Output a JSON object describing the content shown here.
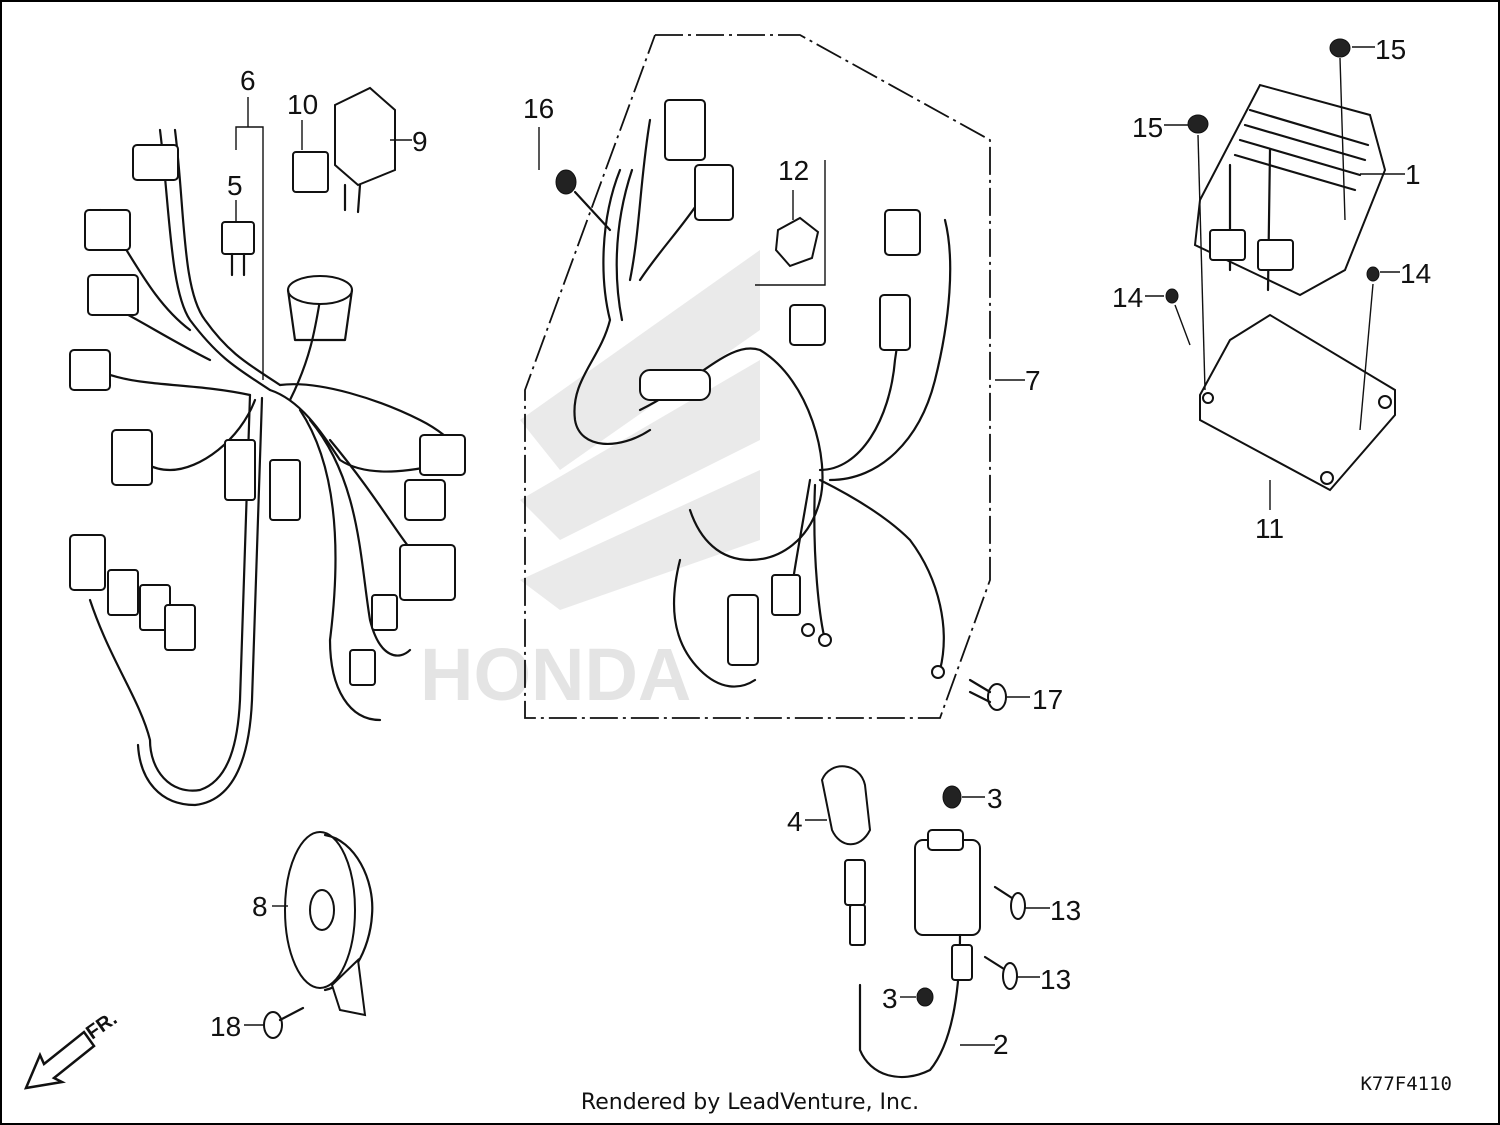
{
  "diagram": {
    "callouts": [
      {
        "id": "1",
        "text": "1"
      },
      {
        "id": "2",
        "text": "2"
      },
      {
        "id": "3a",
        "text": "3"
      },
      {
        "id": "3b",
        "text": "3"
      },
      {
        "id": "4",
        "text": "4"
      },
      {
        "id": "5",
        "text": "5"
      },
      {
        "id": "6",
        "text": "6"
      },
      {
        "id": "7",
        "text": "7"
      },
      {
        "id": "8",
        "text": "8"
      },
      {
        "id": "9",
        "text": "9"
      },
      {
        "id": "10",
        "text": "10"
      },
      {
        "id": "11",
        "text": "11"
      },
      {
        "id": "12",
        "text": "12"
      },
      {
        "id": "13a",
        "text": "13"
      },
      {
        "id": "13b",
        "text": "13"
      },
      {
        "id": "14a",
        "text": "14"
      },
      {
        "id": "14b",
        "text": "14"
      },
      {
        "id": "15a",
        "text": "15"
      },
      {
        "id": "15b",
        "text": "15"
      },
      {
        "id": "16",
        "text": "16"
      },
      {
        "id": "17",
        "text": "17"
      },
      {
        "id": "18",
        "text": "18"
      }
    ],
    "direction_label": "FR.",
    "watermark": "HONDA",
    "diagram_code": "K77F4110",
    "credit": "Rendered by LeadVenture, Inc."
  },
  "colors": {
    "line": "#111111",
    "watermark": "#d9d9d9",
    "background": "#ffffff"
  }
}
